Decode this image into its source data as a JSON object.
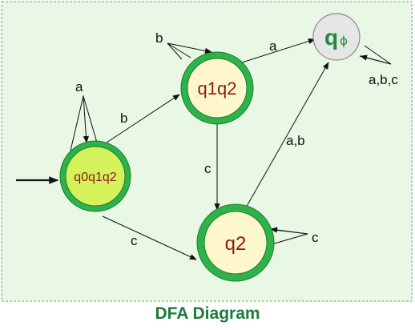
{
  "diagram": {
    "caption": "DFA Diagram",
    "colors": {
      "background": "#e8f8e4",
      "panel_border": "#6aa86a",
      "state_ring": "#2db34a",
      "state_ring_dark": "#1d7a33",
      "start_fill": "#d6f25a",
      "state_fill": "#fff7cc",
      "dead_fill": "#e6e6e6",
      "state_text": "#8b1a1a",
      "dead_text": "#1f8a3e",
      "edge": "#111111"
    },
    "states": [
      {
        "id": "q0q1q2",
        "label": "q0q1q2",
        "start": true
      },
      {
        "id": "q1q2",
        "label": "q1q2",
        "start": false
      },
      {
        "id": "q2",
        "label": "q2",
        "start": false
      },
      {
        "id": "qphi",
        "label": "q",
        "subscript": "ϕ",
        "start": false
      }
    ],
    "transitions": [
      {
        "from": "q0q1q2",
        "to": "q0q1q2",
        "label": "a"
      },
      {
        "from": "q0q1q2",
        "to": "q1q2",
        "label": "b"
      },
      {
        "from": "q0q1q2",
        "to": "q2",
        "label": "c"
      },
      {
        "from": "q1q2",
        "to": "q1q2",
        "label": "b"
      },
      {
        "from": "q1q2",
        "to": "qphi",
        "label": "a"
      },
      {
        "from": "q1q2",
        "to": "q2",
        "label": "c"
      },
      {
        "from": "q2",
        "to": "q2",
        "label": "c"
      },
      {
        "from": "q2",
        "to": "qphi",
        "label": "a,b"
      },
      {
        "from": "qphi",
        "to": "qphi",
        "label": "a,b,c"
      }
    ]
  }
}
